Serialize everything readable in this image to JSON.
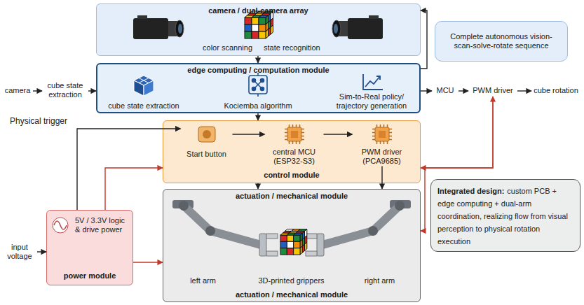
{
  "diagram": {
    "nodes": [
      {
        "text": [
          "camera / dual-camera array"
        ]
      },
      {
        "text": [
          "Complete autonomous vision-scan-solve-rotate sequence"
        ]
      },
      {
        "text": [
          "edge computing / computation module"
        ]
      },
      {
        "text": [
          "cube state extraction"
        ],
        "in": 2
      },
      {
        "text": [
          "Kociemba algorithm"
        ],
        "in": 2
      },
      {
        "text": [
          "Sim-to-Real policy/ trajectory generation"
        ],
        "in": 2
      },
      {
        "text": [
          "camera"
        ]
      },
      {
        "text": [
          "cube state extraction"
        ]
      },
      {
        "text": [
          "MCU"
        ]
      },
      {
        "text": [
          "PWM driver"
        ]
      },
      {
        "text": [
          "cube rotation"
        ]
      },
      {
        "text": [
          "input voltage"
        ]
      },
      {
        "text": [
          "control module"
        ]
      },
      {
        "text": [
          "Start button"
        ],
        "in": 12
      },
      {
        "text": [
          "central MCU (ESP32-S3)"
        ],
        "in": 12
      },
      {
        "text": [
          "PWM driver (PCA9685)"
        ],
        "in": 12
      },
      {
        "text": [
          "5V / 3.3V logic & drive power",
          "power module"
        ]
      },
      {
        "text": [
          "actuation / mechanical module",
          "actuation / mechanical module"
        ]
      },
      {
        "text": [
          "left arm"
        ],
        "in": 17
      },
      {
        "text": [
          "3D-printed grippers"
        ],
        "in": 17
      },
      {
        "text": [
          "right arm"
        ],
        "in": 17
      },
      {
        "text": [
          "Integrated design:",
          "custom PCB + edge computing + dual-arm coordination, realizing flow from visual perception to physical rotation execution"
        ]
      }
    ],
    "edges": [
      {
        "from": 0,
        "to": 2,
        "arrow": "to"
      },
      {
        "from": 2,
        "to": 0,
        "arrow": "to"
      },
      {
        "from": 6,
        "to": 7,
        "arrow": "to"
      },
      {
        "from": 7,
        "to": 2,
        "arrow": "to"
      },
      {
        "from": 2,
        "to": 8,
        "arrow": "to"
      },
      {
        "from": 8,
        "to": 9,
        "arrow": "to"
      },
      {
        "from": 9,
        "to": 10,
        "arrow": "to"
      },
      {
        "from": 2,
        "to": 12,
        "arrow": "to"
      },
      {
        "from": 13,
        "to": 14,
        "arrow": "to"
      },
      {
        "from": 14,
        "to": 15,
        "arrow": "to"
      },
      {
        "from": 12,
        "to": 17,
        "arrow": "to"
      },
      {
        "from": 15,
        "to": 17,
        "arrow": "to"
      },
      {
        "from": 11,
        "to": 16,
        "arrow": "to"
      },
      {
        "from": 16,
        "to": 13,
        "label": "Physical trigger",
        "arrow": "to"
      },
      {
        "from": 16,
        "to": 12,
        "arrow": "to"
      },
      {
        "from": 16,
        "to": 17,
        "arrow": "to"
      },
      {
        "from": 12,
        "to": 9,
        "arrow": "both"
      },
      {
        "from": 9,
        "to": 17,
        "arrow": "to"
      }
    ],
    "labels": [
      "color scanning",
      "state recognition"
    ]
  }
}
